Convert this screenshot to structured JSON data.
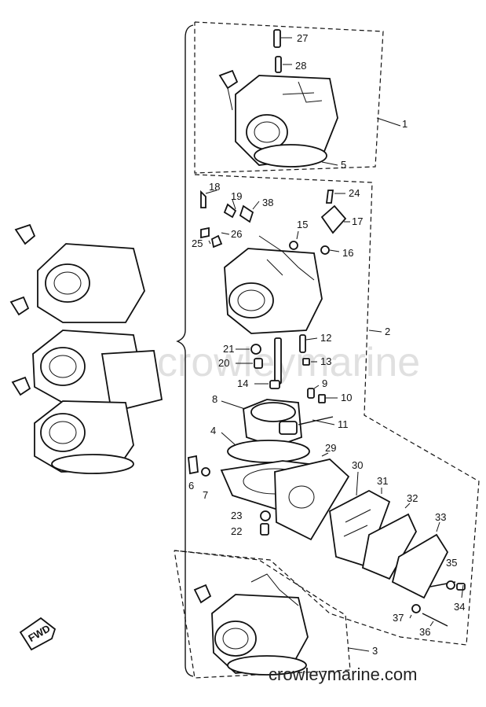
{
  "watermark": "crowleymarine",
  "credit": "crowleymarine.com",
  "fwd_label": "FWD",
  "callouts": [
    "27",
    "28",
    "1",
    "5",
    "18",
    "19",
    "38",
    "24",
    "17",
    "15",
    "26",
    "25",
    "16",
    "2",
    "12",
    "21",
    "20",
    "13",
    "14",
    "9",
    "10",
    "8",
    "11",
    "4",
    "29",
    "30",
    "31",
    "32",
    "33",
    "6",
    "7",
    "23",
    "22",
    "35",
    "34",
    "37",
    "36",
    "3"
  ]
}
